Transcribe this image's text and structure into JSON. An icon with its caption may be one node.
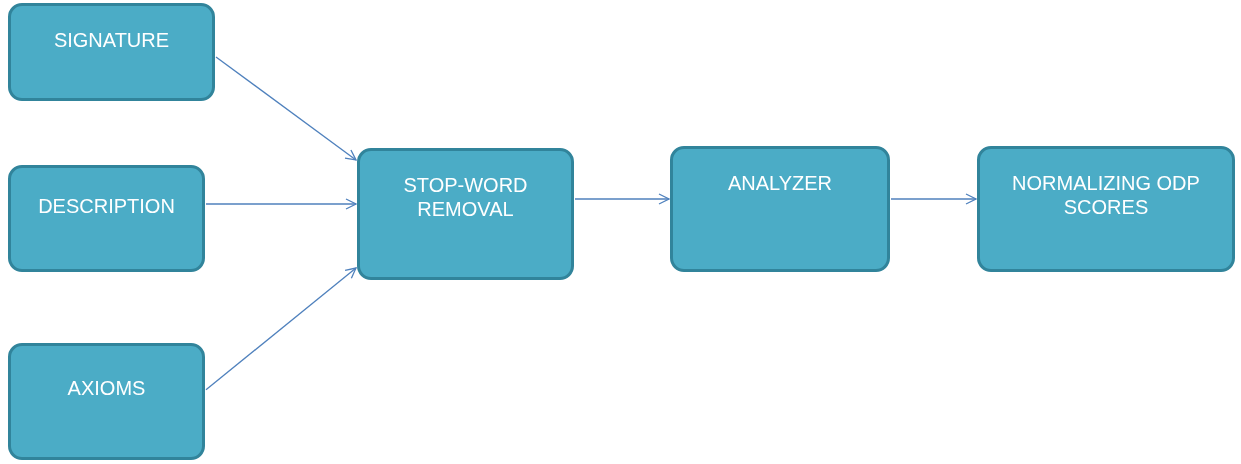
{
  "diagram": {
    "nodes": [
      {
        "text": [
          "SIGNATURE"
        ]
      },
      {
        "text": [
          "DESCRIPTION"
        ]
      },
      {
        "text": [
          "AXIOMS"
        ]
      },
      {
        "text": [
          "STOP-WORD REMOVAL"
        ]
      },
      {
        "text": [
          "ANALYZER"
        ]
      },
      {
        "text": [
          "NORMALIZING ODP SCORES"
        ]
      }
    ],
    "edges": [
      {
        "from": 0,
        "to": 3,
        "arrow": "to"
      },
      {
        "from": 1,
        "to": 3,
        "arrow": "to"
      },
      {
        "from": 2,
        "to": 3,
        "arrow": "to"
      },
      {
        "from": 3,
        "to": 4,
        "arrow": "to"
      },
      {
        "from": 4,
        "to": 5,
        "arrow": "to"
      }
    ]
  }
}
